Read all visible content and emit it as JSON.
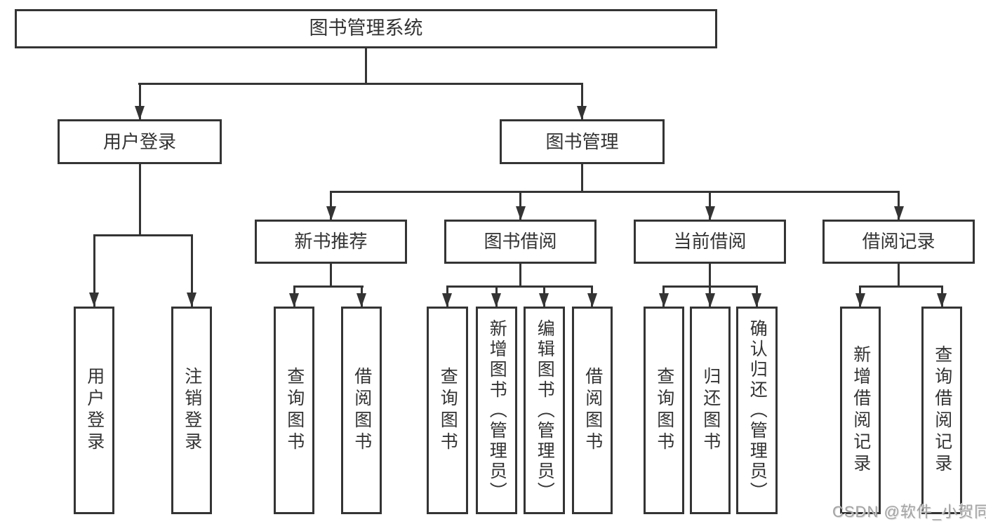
{
  "tree": {
    "root": "图书管理系统",
    "branches": [
      {
        "label": "用户登录",
        "children": [
          "用户登录",
          "注销登录"
        ]
      },
      {
        "label": "图书管理",
        "groups": [
          {
            "label": "新书推荐",
            "children": [
              "查询图书",
              "借阅图书"
            ]
          },
          {
            "label": "图书借阅",
            "children": [
              "查询图书",
              "新增图书（管理员）",
              "编辑图书（管理员）",
              "借阅图书"
            ]
          },
          {
            "label": "当前借阅",
            "children": [
              "查询图书",
              "归还图书",
              "确认归还（管理员）"
            ]
          },
          {
            "label": "借阅记录",
            "children": [
              "新增借阅记录",
              "查询借阅记录"
            ]
          }
        ]
      }
    ]
  },
  "watermark": "CSDN @软件_小贺同学",
  "colors": {
    "line": "#343434",
    "text": "#333333",
    "background": "#ffffff",
    "watermark": "#a3a3a3"
  }
}
